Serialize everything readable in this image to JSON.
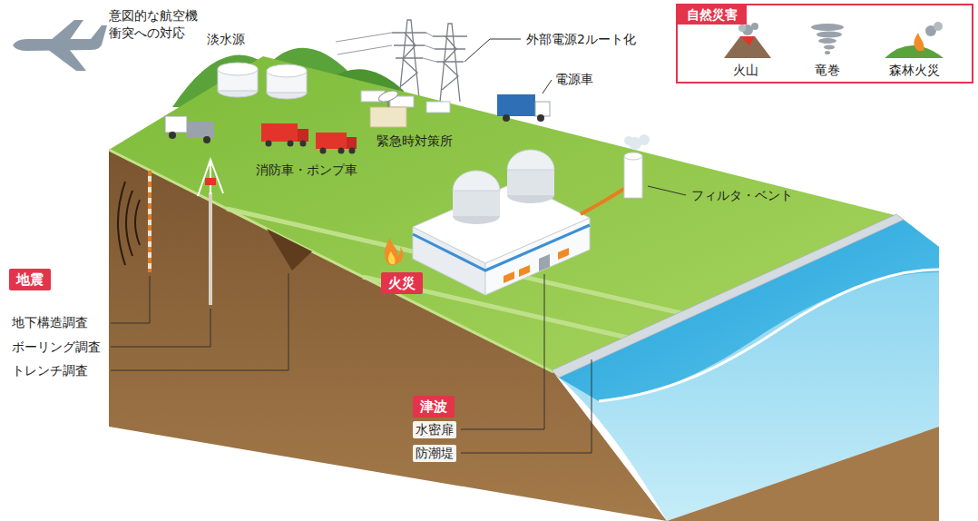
{
  "diagram": {
    "nodes": [
      {
        "text": [
          "自然災害"
        ]
      },
      {
        "text": [
          "地震"
        ]
      },
      {
        "text": [
          "火災"
        ]
      },
      {
        "text": [
          "津波"
        ]
      }
    ],
    "labels": [
      "意図的な航空機 衝突への対応",
      "淡水源",
      "外部電源2ルート化",
      "電源車",
      "火山",
      "竜巻",
      "森林火災",
      "緊急時対策所",
      "消防車・ポンプ車",
      "フィルタ・ベント",
      "地下構造調査",
      "ボーリング調査",
      "トレンチ調査",
      "水密扉",
      "防潮堤"
    ]
  }
}
